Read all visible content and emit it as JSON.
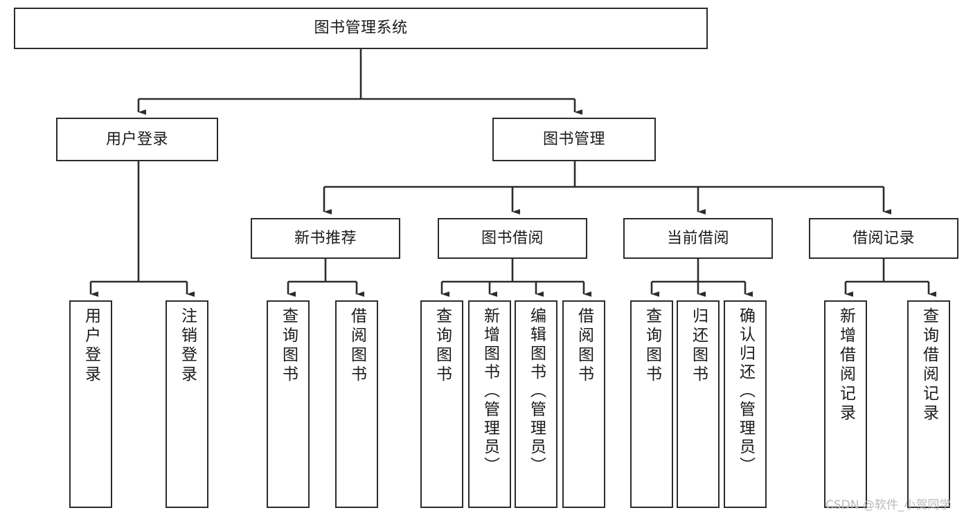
{
  "diagram": {
    "type": "tree-hierarchy",
    "title": "图书管理系统",
    "watermark": "CSDN @软件_小贺同学",
    "colors": {
      "box_border": "#2b2b2b",
      "box_fill": "#ffffff",
      "edge": "#2b2b2b",
      "text": "#1a1a1a",
      "watermark": "#b9b9b9",
      "background": "#ffffff"
    },
    "root": {
      "label": "图书管理系统"
    },
    "level2": [
      {
        "id": "user-login",
        "label": "用户登录"
      },
      {
        "id": "book-management",
        "label": "图书管理"
      }
    ],
    "level3": [
      {
        "id": "new-book-recommend",
        "label": "新书推荐",
        "parent": "book-management"
      },
      {
        "id": "book-borrow",
        "label": "图书借阅",
        "parent": "book-management"
      },
      {
        "id": "current-borrow",
        "label": "当前借阅",
        "parent": "book-management"
      },
      {
        "id": "borrow-record",
        "label": "借阅记录",
        "parent": "book-management"
      }
    ],
    "leaves": [
      {
        "id": "leaf-user-login",
        "label": "用户登录",
        "parent": "user-login"
      },
      {
        "id": "leaf-logout",
        "label": "注销登录",
        "parent": "user-login"
      },
      {
        "id": "leaf-query-book-1",
        "label": "查询图书",
        "parent": "new-book-recommend"
      },
      {
        "id": "leaf-borrow-book-1",
        "label": "借阅图书",
        "parent": "new-book-recommend"
      },
      {
        "id": "leaf-query-book-2",
        "label": "查询图书",
        "parent": "book-borrow"
      },
      {
        "id": "leaf-add-book",
        "label": "新增图书（管理员）",
        "parent": "book-borrow"
      },
      {
        "id": "leaf-edit-book",
        "label": "编辑图书（管理员）",
        "parent": "book-borrow"
      },
      {
        "id": "leaf-borrow-book-2",
        "label": "借阅图书",
        "parent": "book-borrow"
      },
      {
        "id": "leaf-query-book-3",
        "label": "查询图书",
        "parent": "current-borrow"
      },
      {
        "id": "leaf-return-book",
        "label": "归还图书",
        "parent": "current-borrow"
      },
      {
        "id": "leaf-confirm-return",
        "label": "确认归还（管理员）",
        "parent": "current-borrow"
      },
      {
        "id": "leaf-add-record",
        "label": "新增借阅记录",
        "parent": "borrow-record"
      },
      {
        "id": "leaf-query-record",
        "label": "查询借阅记录",
        "parent": "borrow-record"
      }
    ]
  }
}
